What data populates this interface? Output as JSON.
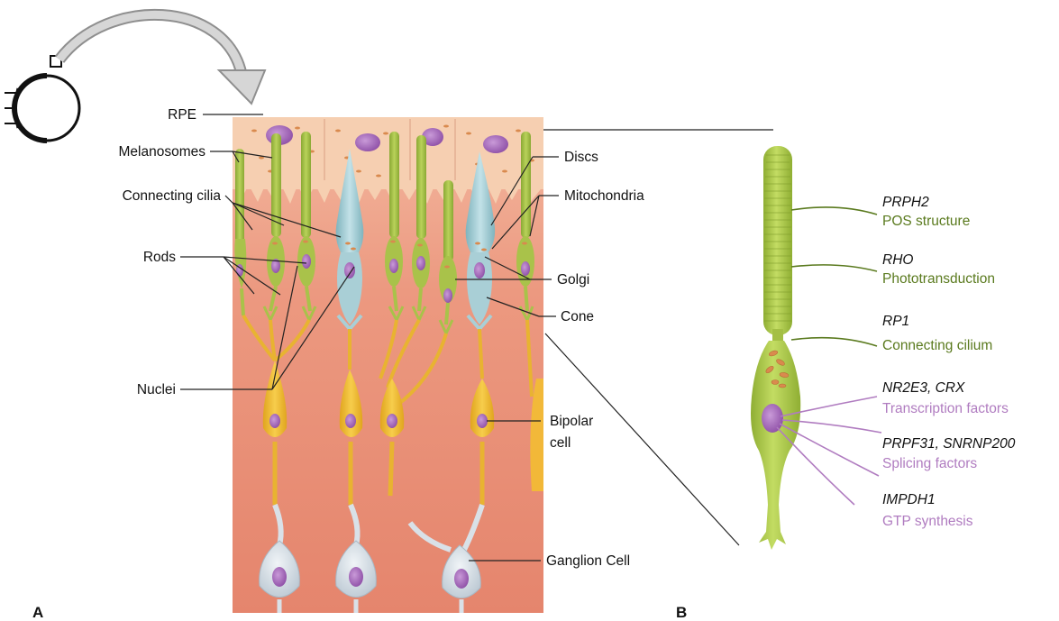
{
  "panels": {
    "a": "A",
    "b": "B"
  },
  "labels": {
    "rpe": "RPE",
    "melanosomes": "Melanosomes",
    "connecting_cilia": "Connecting cilia",
    "rods": "Rods",
    "nuclei": "Nuclei",
    "discs": "Discs",
    "mitochondria": "Mitochondria",
    "golgi": "Golgi",
    "cone": "Cone",
    "bipolar_line1": "Bipolar",
    "bipolar_line2": "cell",
    "ganglion": "Ganglion Cell"
  },
  "genes": [
    {
      "genes": "PRPH2",
      "function": "POS structure",
      "group": "structural"
    },
    {
      "genes": "RHO",
      "function": "Phototransduction",
      "group": "structural"
    },
    {
      "genes": "RP1",
      "function": "Connecting cilium",
      "group": "structural"
    },
    {
      "genes": "NR2E3, CRX",
      "function": "Transcription factors",
      "group": "nuclear"
    },
    {
      "genes": "PRPF31, SNRNP200",
      "function": "Splicing factors",
      "group": "nuclear"
    },
    {
      "genes": "IMPDH1",
      "function": "GTP synthesis",
      "group": "nuclear"
    }
  ],
  "colors": {
    "structural": "#5a7a1e",
    "nuclear": "#b07cc0",
    "rod": "#a9c24a",
    "cone": "#a9cfd6",
    "bipolar": "#f3bf2e",
    "ganglion": "#d9e1e8",
    "nucleus": "#a060b8",
    "rpe": "#f6cfb1",
    "retina_bg": "#e98e76"
  }
}
